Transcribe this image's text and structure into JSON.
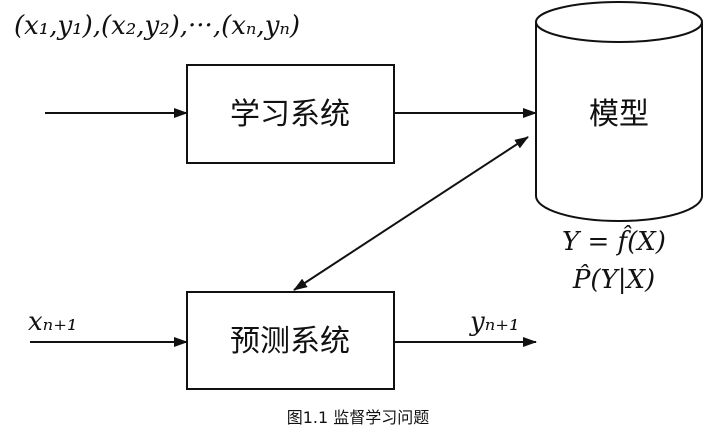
{
  "figure": {
    "top_label": "(x₁,y₁),(x₂,y₂),···,(xₙ,yₙ)",
    "learning_box": "学习系统",
    "model_label": "模型",
    "prediction_box": "预测系统",
    "input_label": "xₙ₊₁",
    "output_label": "yₙ₊₁",
    "model_formula_1": "Y = f̂(X)",
    "model_formula_2": "P̂(Y|X)",
    "caption": "图1.1    监督学习问题"
  },
  "colors": {
    "ink": "#111111",
    "background": "#ffffff"
  }
}
